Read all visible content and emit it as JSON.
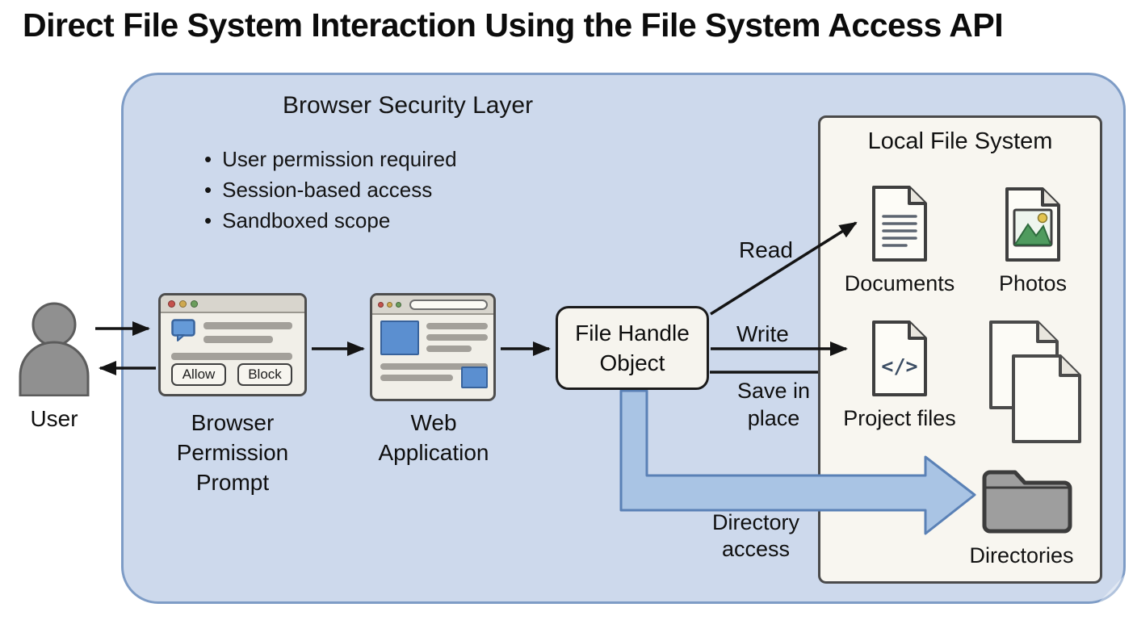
{
  "title": "Direct File System Interaction Using the File System Access API",
  "security_layer": {
    "title": "Browser Security Layer",
    "bullets": [
      "User permission required",
      "Session-based access",
      "Sandboxed scope"
    ]
  },
  "user": {
    "label": "User"
  },
  "permission_prompt": {
    "label": "Browser Permission Prompt",
    "allow_button": "Allow",
    "block_button": "Block"
  },
  "web_application": {
    "label": "Web Application"
  },
  "file_handle": {
    "label": "File Handle Object"
  },
  "flows": {
    "read": "Read",
    "write": "Write",
    "save_in_place": "Save in place",
    "directory_access": "Directory access"
  },
  "local_file_system": {
    "title": "Local File System",
    "documents_label": "Documents",
    "photos_label": "Photos",
    "project_files_label": "Project files",
    "directories_label": "Directories",
    "code_glyph": "</>"
  },
  "colors": {
    "security_layer_fill": "#cdd9ec",
    "security_layer_border": "#7e9cc6",
    "panel_fill": "#f8f6f0",
    "panel_border": "#4a4a4a",
    "accent_blue": "#5b8fd0",
    "directory_arrow_fill": "#a9c4e4",
    "directory_arrow_border": "#5a81b6",
    "arrow_black": "#141414"
  }
}
